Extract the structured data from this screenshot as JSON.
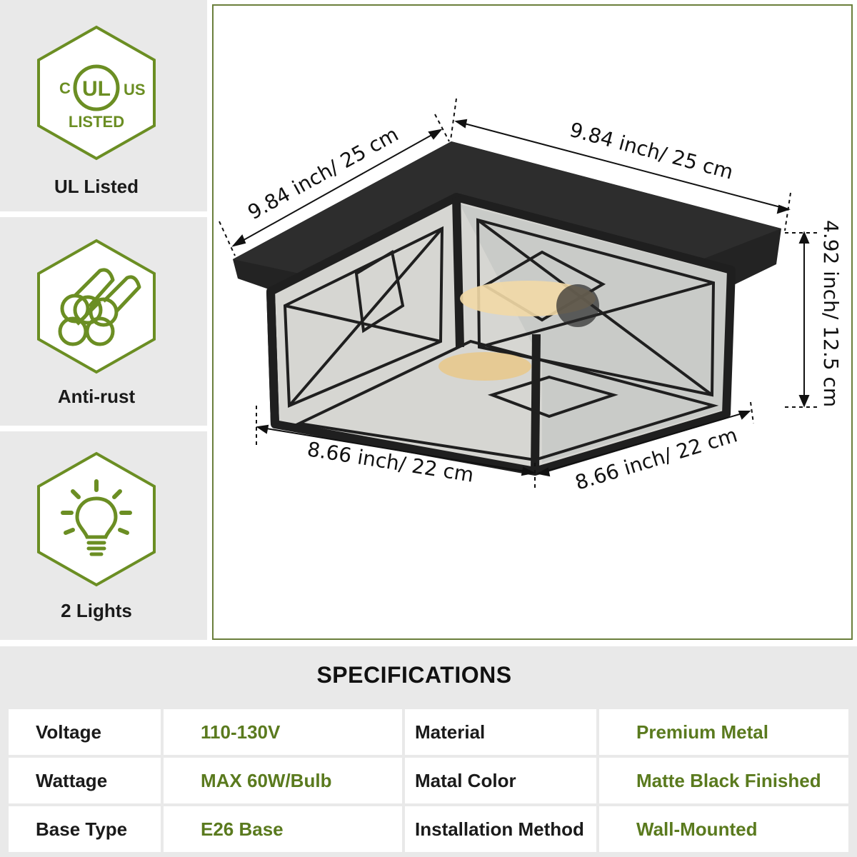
{
  "features": [
    {
      "icon": "ul-listed-icon",
      "label": "UL Listed",
      "badge": {
        "c": "C",
        "ul": "UL",
        "us": "US",
        "listed": "LISTED"
      }
    },
    {
      "icon": "anti-rust-pipes-icon",
      "label": "Anti-rust"
    },
    {
      "icon": "light-bulb-icon",
      "label": "2 Lights"
    }
  ],
  "dimensions": {
    "top_left": "9.84 inch/ 25 cm",
    "top_right": "9.84 inch/ 25 cm",
    "height": "4.92 inch/ 12.5 cm",
    "bottom_left": "8.66 inch/ 22 cm",
    "bottom_right": "8.66 inch/ 22 cm"
  },
  "specifications": {
    "title": "SPECIFICATIONS",
    "rows": [
      {
        "key1": "Voltage",
        "val1": "110-130V",
        "key2": "Material",
        "val2": "Premium Metal"
      },
      {
        "key1": "Wattage",
        "val1": "MAX 60W/Bulb",
        "key2": "Matal Color",
        "val2": "Matte Black Finished"
      },
      {
        "key1": "Base Type",
        "val1": "E26 Base",
        "key2": "Installation Method",
        "val2": "Wall-Mounted"
      }
    ]
  },
  "colors": {
    "accent_green": "#6b8e23",
    "panel_gray": "#e9e9e9",
    "fixture_black": "#2a2a2a"
  }
}
